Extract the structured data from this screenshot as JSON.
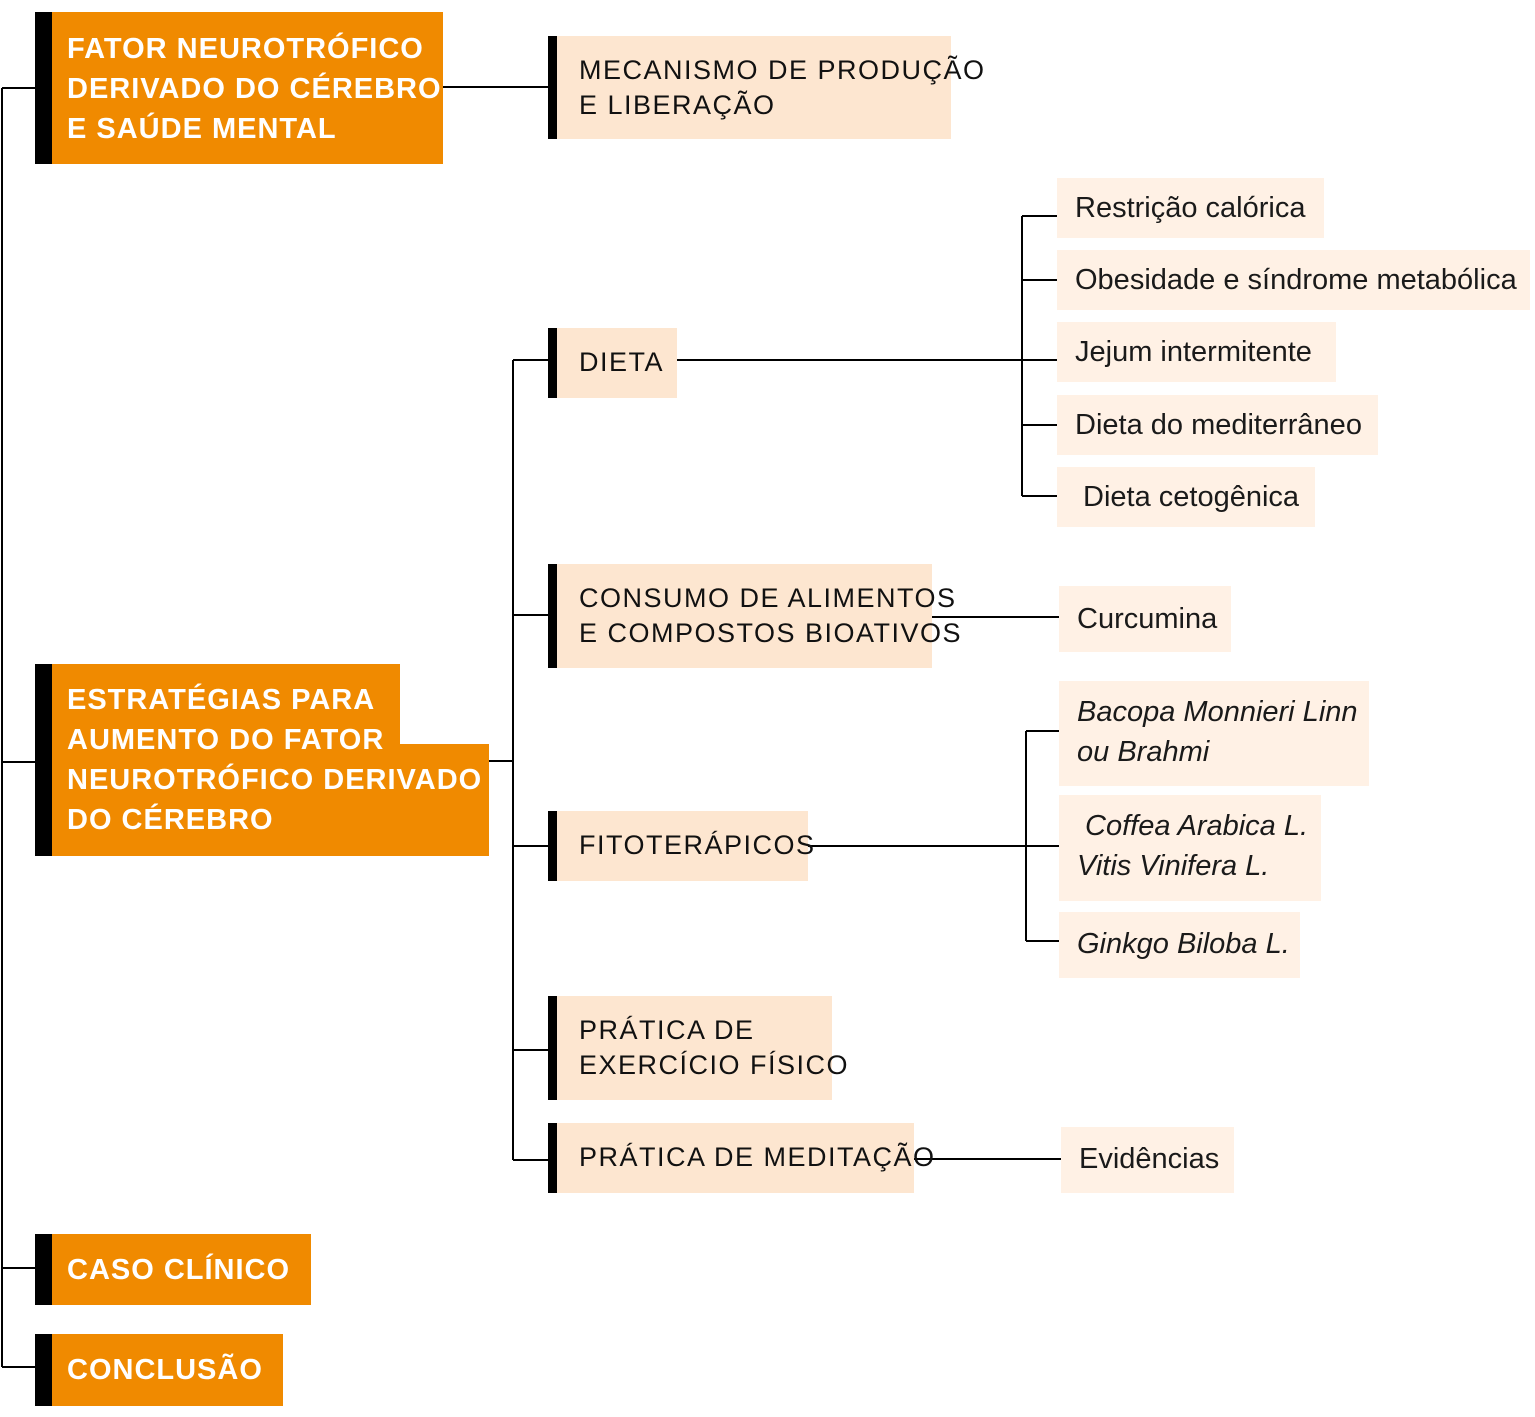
{
  "diagram": {
    "main_sections": [
      {
        "lines": [
          "FATOR NEUROTRÓFICO",
          "DERIVADO DO CÉREBRO",
          "E SAÚDE MENTAL"
        ]
      },
      {
        "lines": [
          "ESTRATÉGIAS PARA",
          "AUMENTO DO FATOR",
          "NEUROTRÓFICO DERIVADO",
          "DO CÉREBRO"
        ]
      },
      {
        "lines": [
          "CASO CLÍNICO"
        ]
      },
      {
        "lines": [
          "CONCLUSÃO"
        ]
      }
    ],
    "subsections": {
      "mecanismo": {
        "lines": [
          "MECANISMO DE PRODUÇÃO",
          "E LIBERAÇÃO"
        ]
      },
      "dieta": {
        "lines": [
          "DIETA"
        ]
      },
      "consumo": {
        "lines": [
          "CONSUMO DE ALIMENTOS",
          "E COMPOSTOS BIOATIVOS"
        ]
      },
      "fitoterapicos": {
        "lines": [
          "FITOTERÁPICOS"
        ]
      },
      "exercicio": {
        "lines": [
          "PRÁTICA DE",
          "EXERCÍCIO FÍSICO"
        ]
      },
      "meditacao": {
        "lines": [
          "PRÁTICA DE MEDITAÇÃO"
        ]
      }
    },
    "leaves": {
      "dieta": [
        "Restrição calórica",
        "Obesidade e síndrome metabólica",
        "Jejum intermitente",
        "Dieta do mediterrâneo",
        "Dieta cetogênica"
      ],
      "consumo": [
        "Curcumina"
      ],
      "fitoterapicos": [
        {
          "lines": [
            "Bacopa Monnieri Linn",
            "ou Brahmi"
          ]
        },
        {
          "lines": [
            " Coffea Arabica L.",
            "Vitis Vinifera L."
          ]
        },
        {
          "lines": [
            "Ginkgo Biloba L."
          ]
        }
      ],
      "meditacao": [
        "Evidências"
      ]
    },
    "colors": {
      "main_fill": "#f08a00",
      "sub_fill": "#fde6d0",
      "leaf_fill": "#fff1e5",
      "accent_bar": "#000000",
      "connector": "#000000"
    }
  }
}
